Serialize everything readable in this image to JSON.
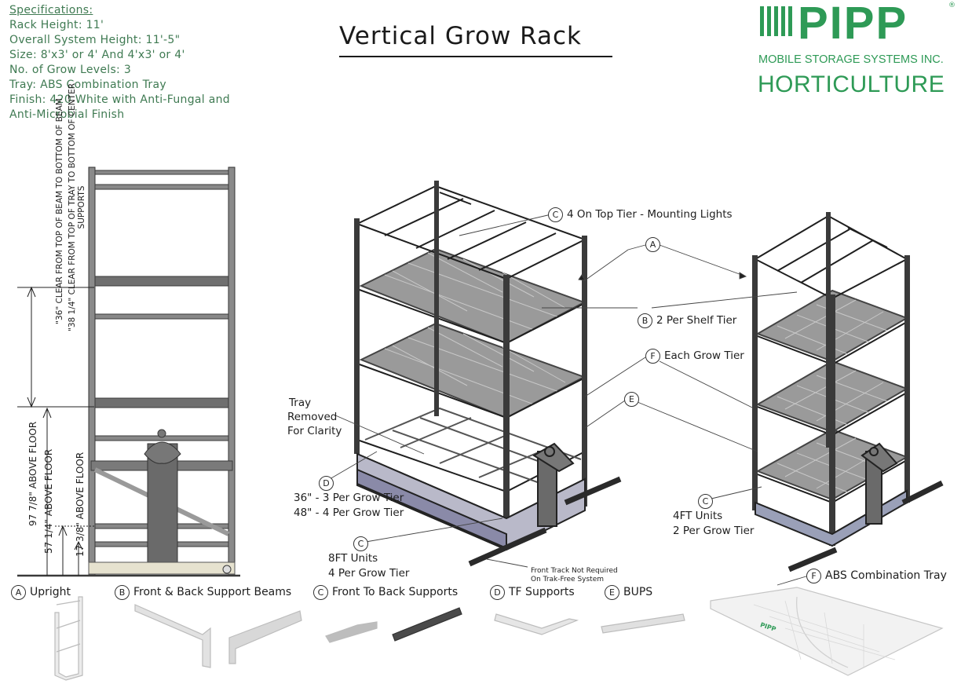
{
  "title": "Vertical Grow Rack",
  "specifications": {
    "heading": "Specifications:",
    "lines": [
      "Rack Height: 11'",
      "Overall System Height: 11'-5\"",
      "Size: 8'x3' or 4' And 4'x3' or 4'",
      "No. of Grow Levels: 3",
      "Tray: ABS Combination Tray",
      "Finish: 420 White with Anti-Fungal and",
      "Anti-Microbial Finish"
    ]
  },
  "brand": {
    "name": "PIPP",
    "registered": "®",
    "tagline": "MOBILE STORAGE SYSTEMS INC.",
    "division": "HORTICULTURE",
    "color": "#2e9a56"
  },
  "dimensions": {
    "clear_top": "\"36\" CLEAR FROM TOP OF BEAM TO BOTTOM OF BEAM",
    "clear_tray": "\"38 1/4\" CLEAR FROM TOP OF TRAY TO BOTTOM OF CENTER SUPPORTS",
    "h1": "97 7/8\" ABOVE FLOOR",
    "h2": "57 1/4\" ABOVE FLOOR",
    "h3": "17 3/8\" ABOVE FLOOR"
  },
  "callouts": {
    "c_top": {
      "letter": "C",
      "text": "4 On Top Tier - Mounting Lights"
    },
    "a": {
      "letter": "A",
      "text": ""
    },
    "b": {
      "letter": "B",
      "text": "2 Per Shelf Tier"
    },
    "f": {
      "letter": "F",
      "text": "Each Grow Tier"
    },
    "e": {
      "letter": "E",
      "text": ""
    },
    "tray_removed": [
      "Tray",
      "Removed",
      "For Clarity"
    ],
    "d": {
      "letter": "D",
      "lines": [
        "36\" - 3 Per Grow Tier",
        "48\" - 4 Per Grow Tier"
      ]
    },
    "c_8ft": {
      "letter": "C",
      "lines": [
        "8FT Units",
        "4 Per Grow Tier"
      ]
    },
    "c_4ft": {
      "letter": "C",
      "lines": [
        "4FT Units",
        "2 Per Grow Tier"
      ]
    },
    "track_note": [
      "Front Track Not Required",
      "On Trak-Free System"
    ]
  },
  "components": [
    {
      "letter": "A",
      "label": "Upright"
    },
    {
      "letter": "B",
      "label": "Front & Back Support Beams"
    },
    {
      "letter": "C",
      "label": "Front To Back Supports"
    },
    {
      "letter": "D",
      "label": "TF Supports"
    },
    {
      "letter": "E",
      "label": "BUPS"
    },
    {
      "letter": "F",
      "label": "ABS Combination Tray"
    }
  ],
  "tray_logo": "PIPP",
  "colors": {
    "frame": "#3a3a3a",
    "steel": "#6f6f6f",
    "tray": "#9a9a9a",
    "accent": "#2e9a56",
    "spec_text": "#3f7a52"
  }
}
